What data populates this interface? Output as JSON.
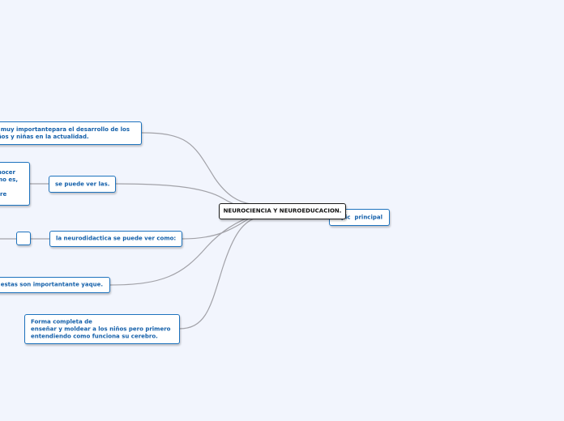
{
  "central": {
    "label": "NEUROCIENCIA Y NEUROEDUCACION."
  },
  "nodes": {
    "main_topic": "Main topic  principal",
    "importance": "Es muy importantepara el desarrollo de los\nniños y niñas en la actualidad.",
    "se_puede": "se puede ver las.",
    "conocer": "Conocer\ncomo es,\nla,\nentre",
    "neurodidactica": "la neurodidactica se puede ver como:",
    "empty_box": "",
    "estas_son": "estas son importantante yaque.",
    "forma_completa": "Forma completa de\nenseñar y moldear a los niños pero primero\nentendiendo como funciona su cerebro."
  },
  "colors": {
    "background": "#f2f5fd",
    "node_border": "#1e73be",
    "node_text": "#1460aa",
    "central_border": "#1a1a1a",
    "connector": "#a2a2a8"
  }
}
